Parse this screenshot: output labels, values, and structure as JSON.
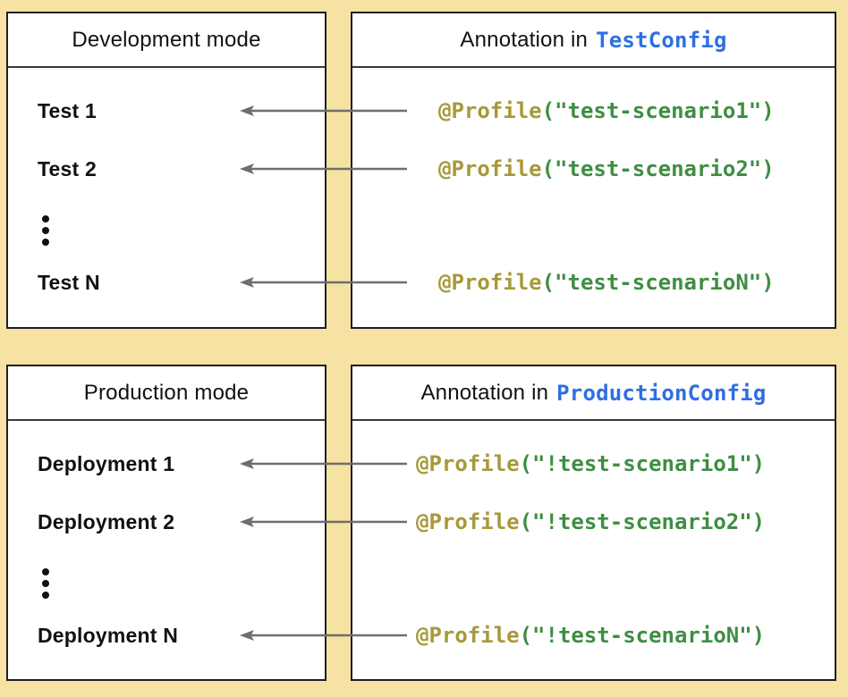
{
  "palette": {
    "background": "#F6E2A2",
    "box_bg": "#FFFFFF",
    "border": "#1E1E1E",
    "separator": "#3A3A3A",
    "arrow": "#6E6E6E",
    "code_annotation": "#A6993A",
    "code_string": "#3E8E43",
    "code_class": "#2E6FE2",
    "text": "#111111"
  },
  "icons": {
    "ellipsis": "vertical-ellipsis",
    "arrow": "left-arrow"
  },
  "sections": [
    {
      "name": "development",
      "mode_box": {
        "title": "Development mode",
        "items": [
          "Test 1",
          "Test 2",
          "Test N"
        ]
      },
      "annotation_box": {
        "title_prefix": "Annotation in",
        "title_class": "TestConfig",
        "lines": [
          {
            "annotation": "@Profile",
            "argument": "(\"test-scenario1\")"
          },
          {
            "annotation": "@Profile",
            "argument": "(\"test-scenario2\")"
          },
          {
            "annotation": "@Profile",
            "argument": "(\"test-scenarioN\")"
          }
        ]
      }
    },
    {
      "name": "production",
      "mode_box": {
        "title": "Production mode",
        "items": [
          "Deployment 1",
          "Deployment 2",
          "Deployment N"
        ]
      },
      "annotation_box": {
        "title_prefix": "Annotation in",
        "title_class": "ProductionConfig",
        "lines": [
          {
            "annotation": "@Profile",
            "argument": "(\"!test-scenario1\")"
          },
          {
            "annotation": "@Profile",
            "argument": "(\"!test-scenario2\")"
          },
          {
            "annotation": "@Profile",
            "argument": "(\"!test-scenarioN\")"
          }
        ]
      }
    }
  ]
}
